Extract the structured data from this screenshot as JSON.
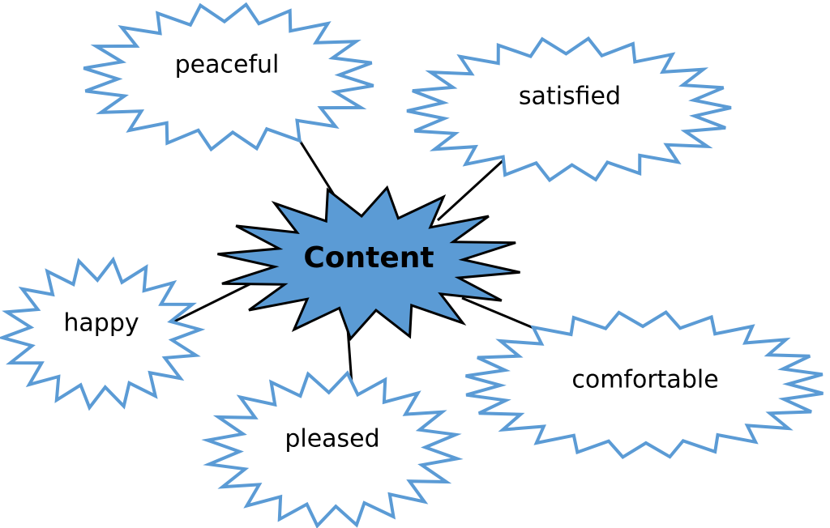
{
  "diagram": {
    "center": {
      "label": "Content"
    },
    "words": [
      {
        "id": "peaceful",
        "label": "peaceful"
      },
      {
        "id": "satisfied",
        "label": "satisfied"
      },
      {
        "id": "happy",
        "label": "happy"
      },
      {
        "id": "pleased",
        "label": "pleased"
      },
      {
        "id": "comfortable",
        "label": "comfortable"
      }
    ]
  },
  "colors": {
    "center_fill": "#5b9bd5",
    "center_stroke": "#000000",
    "burst_stroke": "#5b9bd5",
    "burst_fill": "#ffffff",
    "connector": "#000000"
  }
}
